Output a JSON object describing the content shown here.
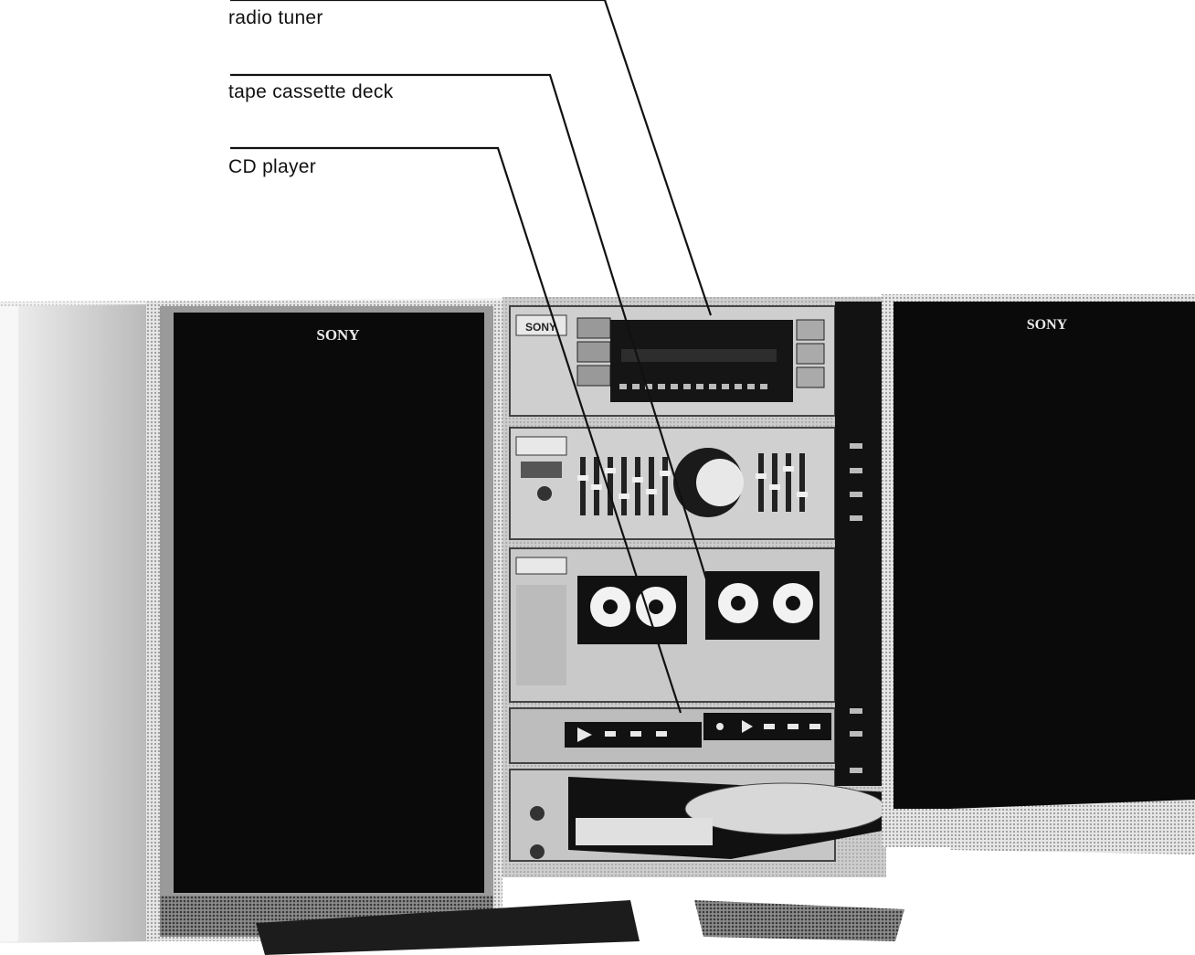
{
  "labels": {
    "radio_tuner": "radio tuner",
    "tape_deck": "tape cassette deck",
    "cd_player": "CD player"
  },
  "speakers": {
    "left_brand": "SONY",
    "right_brand": "SONY"
  },
  "stack_brand": "SONY",
  "colors": {
    "ink": "#111111",
    "speaker_face": "#0a0a0a",
    "cabinet": "#bdbdbd",
    "panel": "#d6d6d6",
    "dark_panel": "#202020"
  }
}
